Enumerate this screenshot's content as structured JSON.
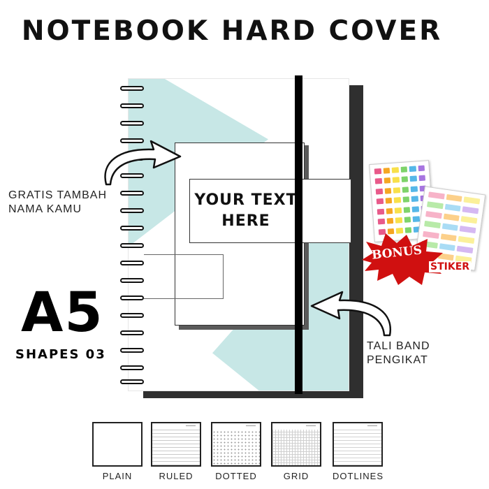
{
  "title": "NOTEBOOK HARD COVER",
  "cover": {
    "label_text": "YOUR TEXT\nHERE",
    "accent_color": "#c7e7e6"
  },
  "callouts": {
    "name_line1": "GRATIS TAMBAH",
    "name_line2": "NAMA KAMU",
    "band_line1": "TALI BAND",
    "band_line2": "PENGIKAT"
  },
  "size": {
    "label": "A5",
    "shape": "SHAPES 03"
  },
  "bonus": {
    "bonus_label": "BONUS",
    "sticker_label": "STIKER",
    "burst_color": "#d01010"
  },
  "paper_types": [
    {
      "label": "PLAIN"
    },
    {
      "label": "RULED"
    },
    {
      "label": "DOTTED"
    },
    {
      "label": "GRID"
    },
    {
      "label": "DOTLINES"
    }
  ]
}
